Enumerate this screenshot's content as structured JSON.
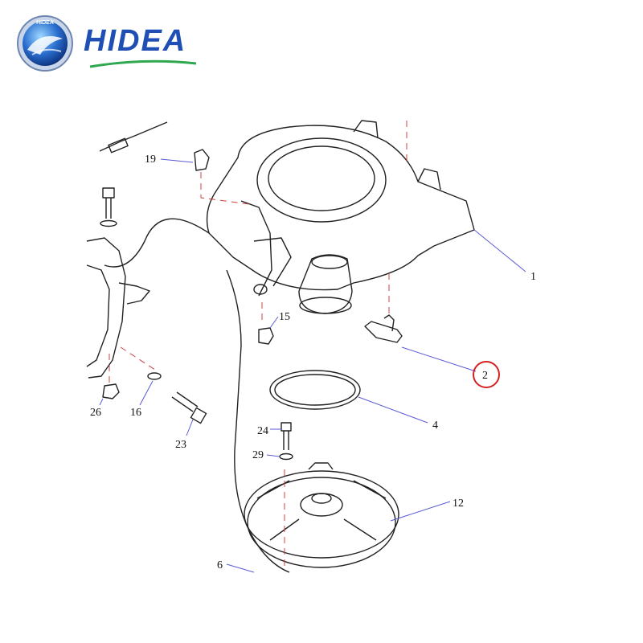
{
  "brand": {
    "name": "HIDEA",
    "badge_text": "HIDEA",
    "primary_color": "#1f4fb4",
    "accent_color": "#2fa84f"
  },
  "diagram": {
    "highlight_color": "#d42020",
    "leader_color": "#5a5ad6",
    "parts": [
      {
        "id": "p1",
        "label": "1"
      },
      {
        "id": "p2",
        "label": "2",
        "highlighted": true
      },
      {
        "id": "p4",
        "label": "4"
      },
      {
        "id": "p6",
        "label": "6"
      },
      {
        "id": "p12",
        "label": "12"
      },
      {
        "id": "p15",
        "label": "15"
      },
      {
        "id": "p16",
        "label": "16"
      },
      {
        "id": "p19",
        "label": "19"
      },
      {
        "id": "p23",
        "label": "23"
      },
      {
        "id": "p24",
        "label": "24"
      },
      {
        "id": "p26",
        "label": "26"
      },
      {
        "id": "p29",
        "label": "29"
      }
    ]
  }
}
